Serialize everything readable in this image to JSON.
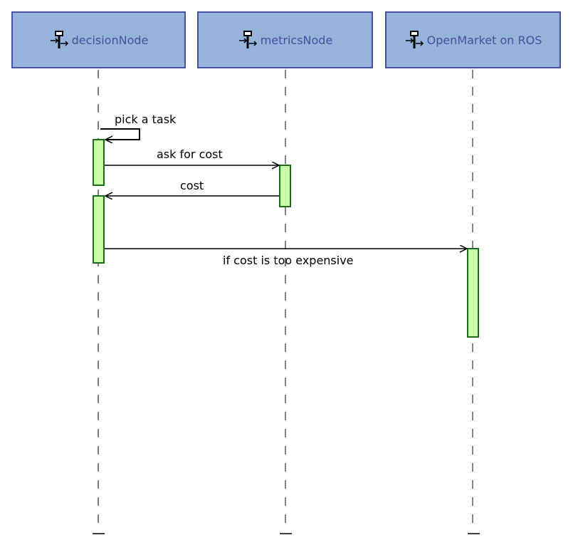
{
  "participants": [
    {
      "id": "decision",
      "label": "decisionNode",
      "icon": "component-node-icon"
    },
    {
      "id": "metrics",
      "label": "metricsNode",
      "icon": "component-node-icon"
    },
    {
      "id": "market",
      "label": "OpenMarket on ROS",
      "icon": "component-node-icon"
    }
  ],
  "messages": [
    {
      "id": "m1",
      "label": "pick a task",
      "from": "decisionNode",
      "to": "decisionNode",
      "kind": "self"
    },
    {
      "id": "m2",
      "label": "ask for cost",
      "from": "decisionNode",
      "to": "metricsNode",
      "kind": "call"
    },
    {
      "id": "m3",
      "label": "cost",
      "from": "metricsNode",
      "to": "decisionNode",
      "kind": "return"
    },
    {
      "id": "m4",
      "label": "if cost is too expensive",
      "from": "decisionNode",
      "to": "OpenMarket on ROS",
      "kind": "call"
    }
  ],
  "colors": {
    "participant_fill": "#95b3db",
    "participant_border": "#4a4f9e",
    "participant_text": "#4a4f9e",
    "activation_fill": "#c8ffa8",
    "activation_border": "#1e6b1e",
    "lifeline": "#808080",
    "arrow": "#000000"
  }
}
